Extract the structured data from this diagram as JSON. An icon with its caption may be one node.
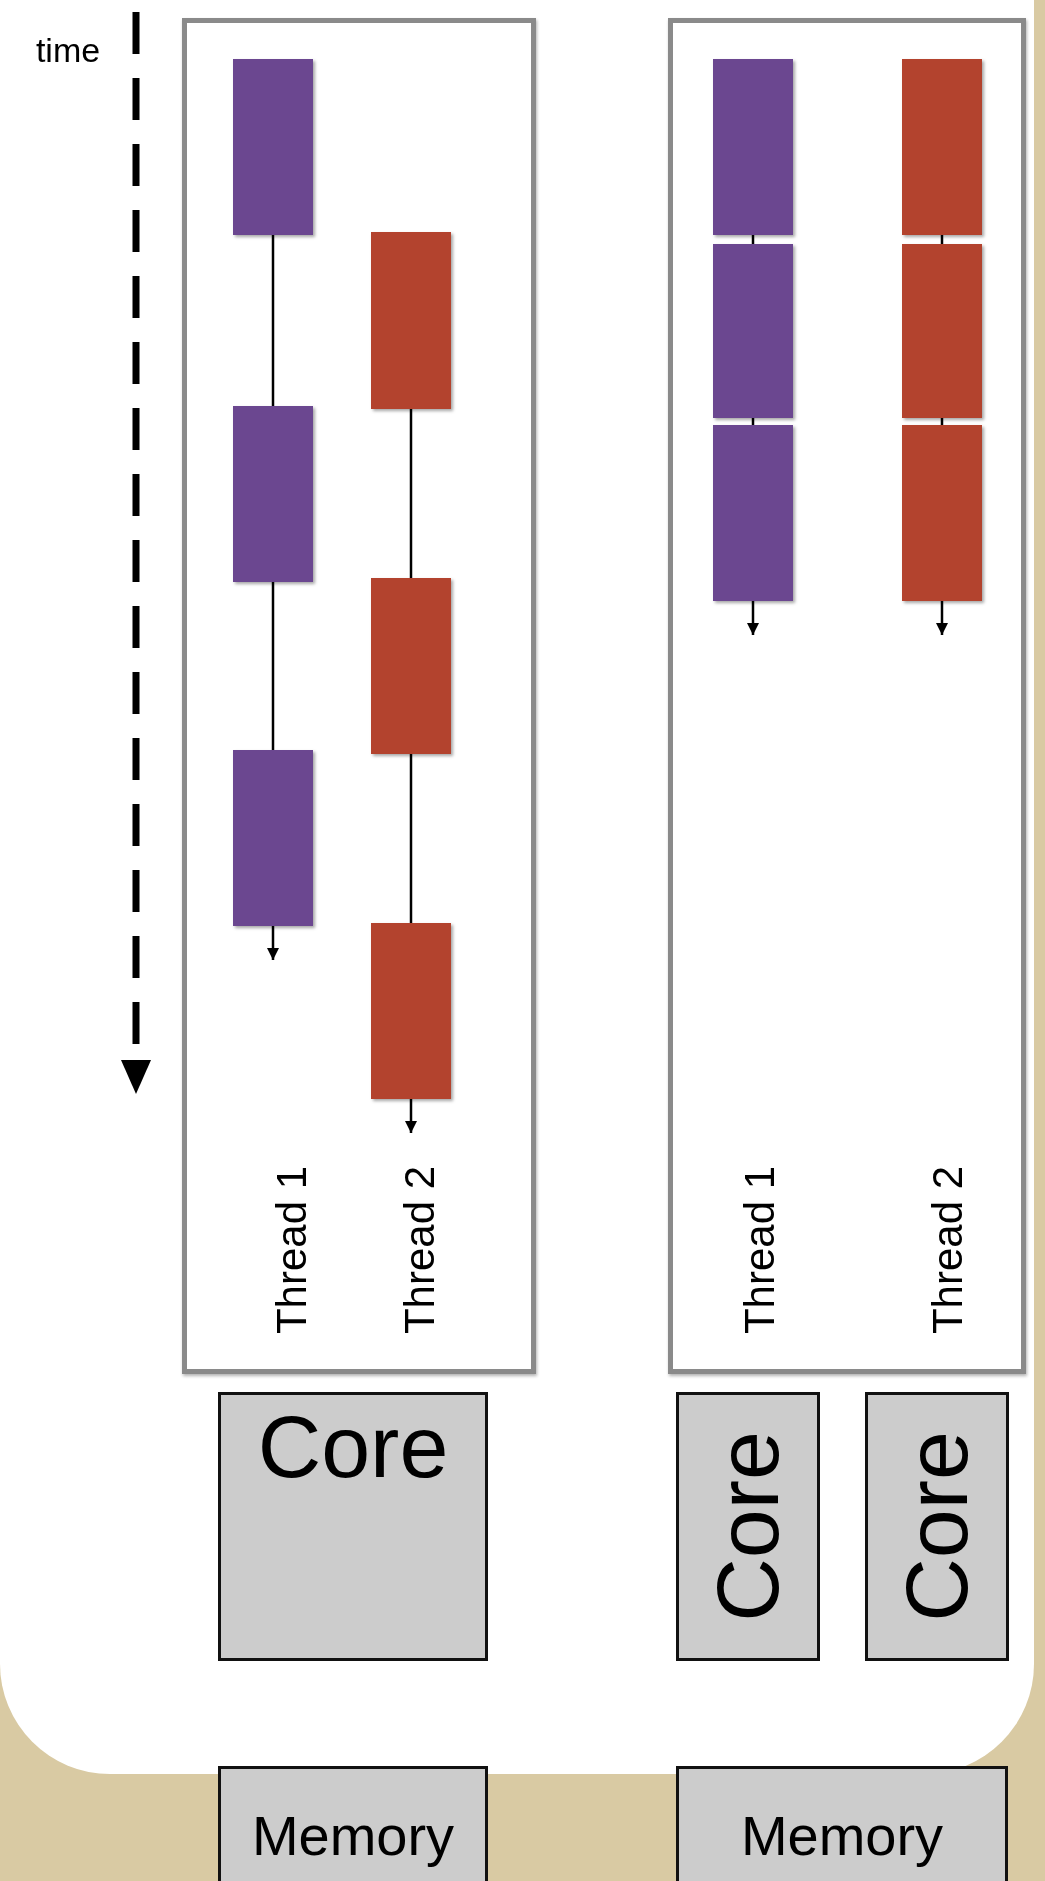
{
  "diagram": {
    "nodes": [
      {
        "text": [],
        "shape": "box"
      },
      {
        "text": [],
        "shape": "box",
        "in": 0
      },
      {
        "text": [],
        "shape": "box",
        "in": 0
      },
      {
        "text": [],
        "shape": "box",
        "in": 0
      },
      {
        "text": [],
        "shape": "box",
        "in": 0
      },
      {
        "text": [],
        "shape": "box",
        "in": 0
      },
      {
        "text": [],
        "shape": "box",
        "in": 0
      },
      {
        "text": [],
        "shape": "box"
      },
      {
        "text": [],
        "shape": "box",
        "in": 7
      },
      {
        "text": [],
        "shape": "box",
        "in": 7
      },
      {
        "text": [],
        "shape": "box",
        "in": 7
      },
      {
        "text": [],
        "shape": "box",
        "in": 7
      },
      {
        "text": [],
        "shape": "box",
        "in": 7
      },
      {
        "text": [],
        "shape": "box",
        "in": 7
      },
      {
        "text": [
          "Core"
        ]
      },
      {
        "text": [
          "Core"
        ]
      },
      {
        "text": [
          "Core"
        ]
      },
      {
        "text": [
          "Memory"
        ]
      },
      {
        "text": [
          "Memory"
        ]
      }
    ],
    "edges": [
      {
        "from": 1,
        "to": 2,
        "arrow": "none"
      },
      {
        "from": 2,
        "to": 3,
        "arrow": "none"
      },
      {
        "from": 3,
        "to": null,
        "arrow": "to"
      },
      {
        "from": 4,
        "to": 5,
        "arrow": "none"
      },
      {
        "from": 5,
        "to": 6,
        "arrow": "none"
      },
      {
        "from": 6,
        "to": null,
        "arrow": "to"
      },
      {
        "from": 8,
        "to": 9,
        "arrow": "none"
      },
      {
        "from": 9,
        "to": 10,
        "arrow": "none"
      },
      {
        "from": 10,
        "to": null,
        "arrow": "to"
      },
      {
        "from": 11,
        "to": 12,
        "arrow": "none"
      },
      {
        "from": 12,
        "to": 13,
        "arrow": "none"
      },
      {
        "from": 13,
        "to": null,
        "arrow": "to"
      }
    ],
    "labels": [
      "time",
      "Thread 1",
      "Thread 2",
      "Thread 1",
      "Thread 2"
    ]
  }
}
